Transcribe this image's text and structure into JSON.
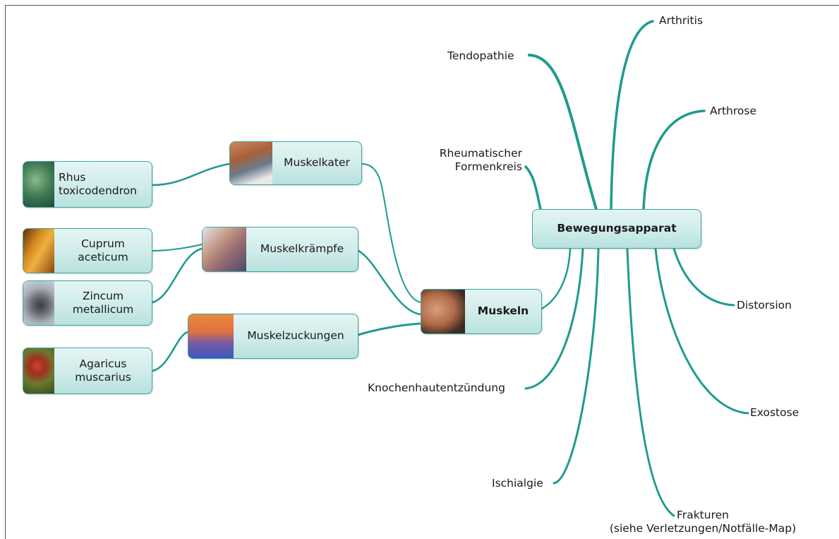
{
  "center": {
    "label": "Bewegungsapparat"
  },
  "muskeln": {
    "label": "Muskeln",
    "image": "arm-muscle-photo"
  },
  "branches": [
    {
      "key": "arthritis",
      "label": "Arthritis"
    },
    {
      "key": "tendopathie",
      "label": "Tendopathie"
    },
    {
      "key": "arthrose",
      "label": "Arthrose"
    },
    {
      "key": "rheuma",
      "label": "Rheumatischer\nFormenkreis"
    },
    {
      "key": "distorsion",
      "label": "Distorsion"
    },
    {
      "key": "knochenhaut",
      "label": "Knochenhautentzündung"
    },
    {
      "key": "exostose",
      "label": "Exostose"
    },
    {
      "key": "ischialgie",
      "label": "Ischialgie"
    },
    {
      "key": "frakturen",
      "label": "Frakturen\n(siehe Verletzungen/Notfälle-Map)"
    }
  ],
  "symptoms": [
    {
      "key": "muskelkater",
      "label": "Muskelkater",
      "image": "runner-legs-photo"
    },
    {
      "key": "muskelkraempfe",
      "label": "Muskelkrämpfe",
      "image": "calf-cramp-photo"
    },
    {
      "key": "muskelzuckungen",
      "label": "Muskelzuckungen",
      "image": "orange-blue-abstract-photo"
    }
  ],
  "remedies": [
    {
      "key": "rhus",
      "label": "Rhus\ntoxicodendron",
      "image": "green-leaves-photo"
    },
    {
      "key": "cuprum",
      "label": "Cuprum\naceticum",
      "image": "copper-photo"
    },
    {
      "key": "zincum",
      "label": "Zincum\nmetallicum",
      "image": "zinc-metal-photo"
    },
    {
      "key": "agaricus",
      "label": "Agaricus\nmuscarius",
      "image": "fly-agaric-mushroom-photo"
    }
  ],
  "colors": {
    "link": "#1f9a8f",
    "node_border": "#3aa6a0",
    "node_fill": "#cfecea"
  }
}
